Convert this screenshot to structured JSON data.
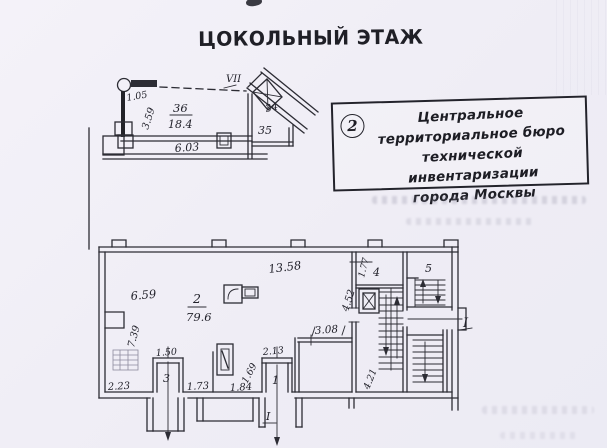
{
  "document": {
    "title": "ЦОКОЛЬНЫЙ ЭТАЖ",
    "stamp": {
      "number": "2",
      "line1": "Центральное",
      "line2": "территориальное бюро",
      "line3": "технической инвентаризации",
      "line4": "города Москвы"
    }
  },
  "plan": {
    "upper": {
      "section": "VII",
      "room36_number": "36",
      "room36_area": "18.4",
      "room34_number": "34",
      "room35_number": "35",
      "dim_offset": "1.05",
      "dim_depth": "3.59",
      "dim_width": "6.03"
    },
    "main": {
      "room2_number": "2",
      "room2_area": "79.6",
      "room4_number": "4",
      "room5_number": "5",
      "dim_left": "6.59",
      "dim_top": "13.58",
      "dim_left_v": "7.39",
      "dim_right_v": "4.52",
      "dim_vestibule": "3.08",
      "dim_room4": "1.77",
      "dim_stair": "4.21",
      "entrance_right": "I",
      "entrance_bottom": "I",
      "opening3_number": "3",
      "opening1_number": "1",
      "dim_opening3": "1.50",
      "dim_opening1": "2.13",
      "dim_b1": "2.23",
      "dim_b2": "1.73",
      "dim_b3": "1.84",
      "dim_b4": "1.69"
    }
  }
}
